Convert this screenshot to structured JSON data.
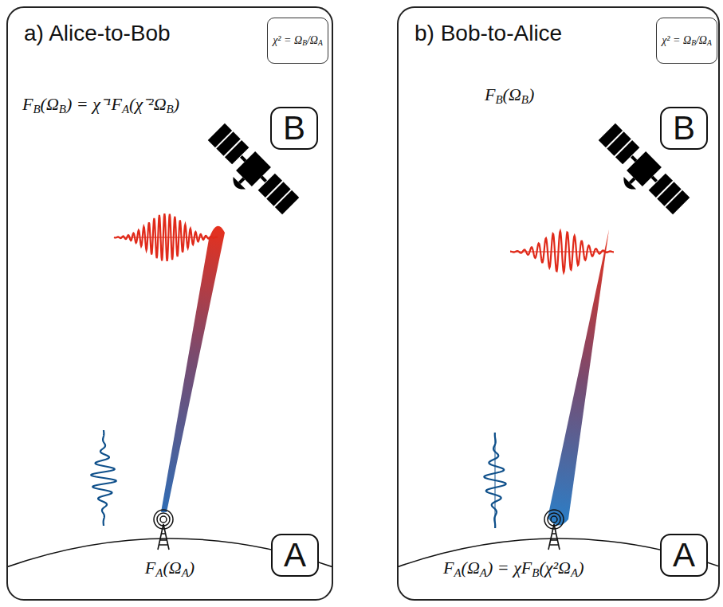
{
  "diagram": {
    "nodes": [
      {
        "text": [
          "a) Alice-to-Bob"
        ]
      },
      {
        "text": [
          "χ² = ΩB/ΩA"
        ],
        "in": 0
      },
      {
        "text": [
          "B"
        ],
        "in": 0
      },
      {
        "text": [
          "A"
        ],
        "in": 0
      },
      {
        "text": [
          "b) Bob-to-Alice"
        ]
      },
      {
        "text": [
          "χ² = ΩB/ΩA"
        ],
        "in": 4
      },
      {
        "text": [
          "B"
        ],
        "in": 4
      },
      {
        "text": [
          "A"
        ],
        "in": 4
      }
    ],
    "labels": [
      "FB(ΩB) = χ⁻¹FA(χ⁻²ΩB)",
      "FA(ΩA)",
      "FB(ΩB)",
      "FA(ΩA) = χFB(χ²ΩA)"
    ]
  }
}
